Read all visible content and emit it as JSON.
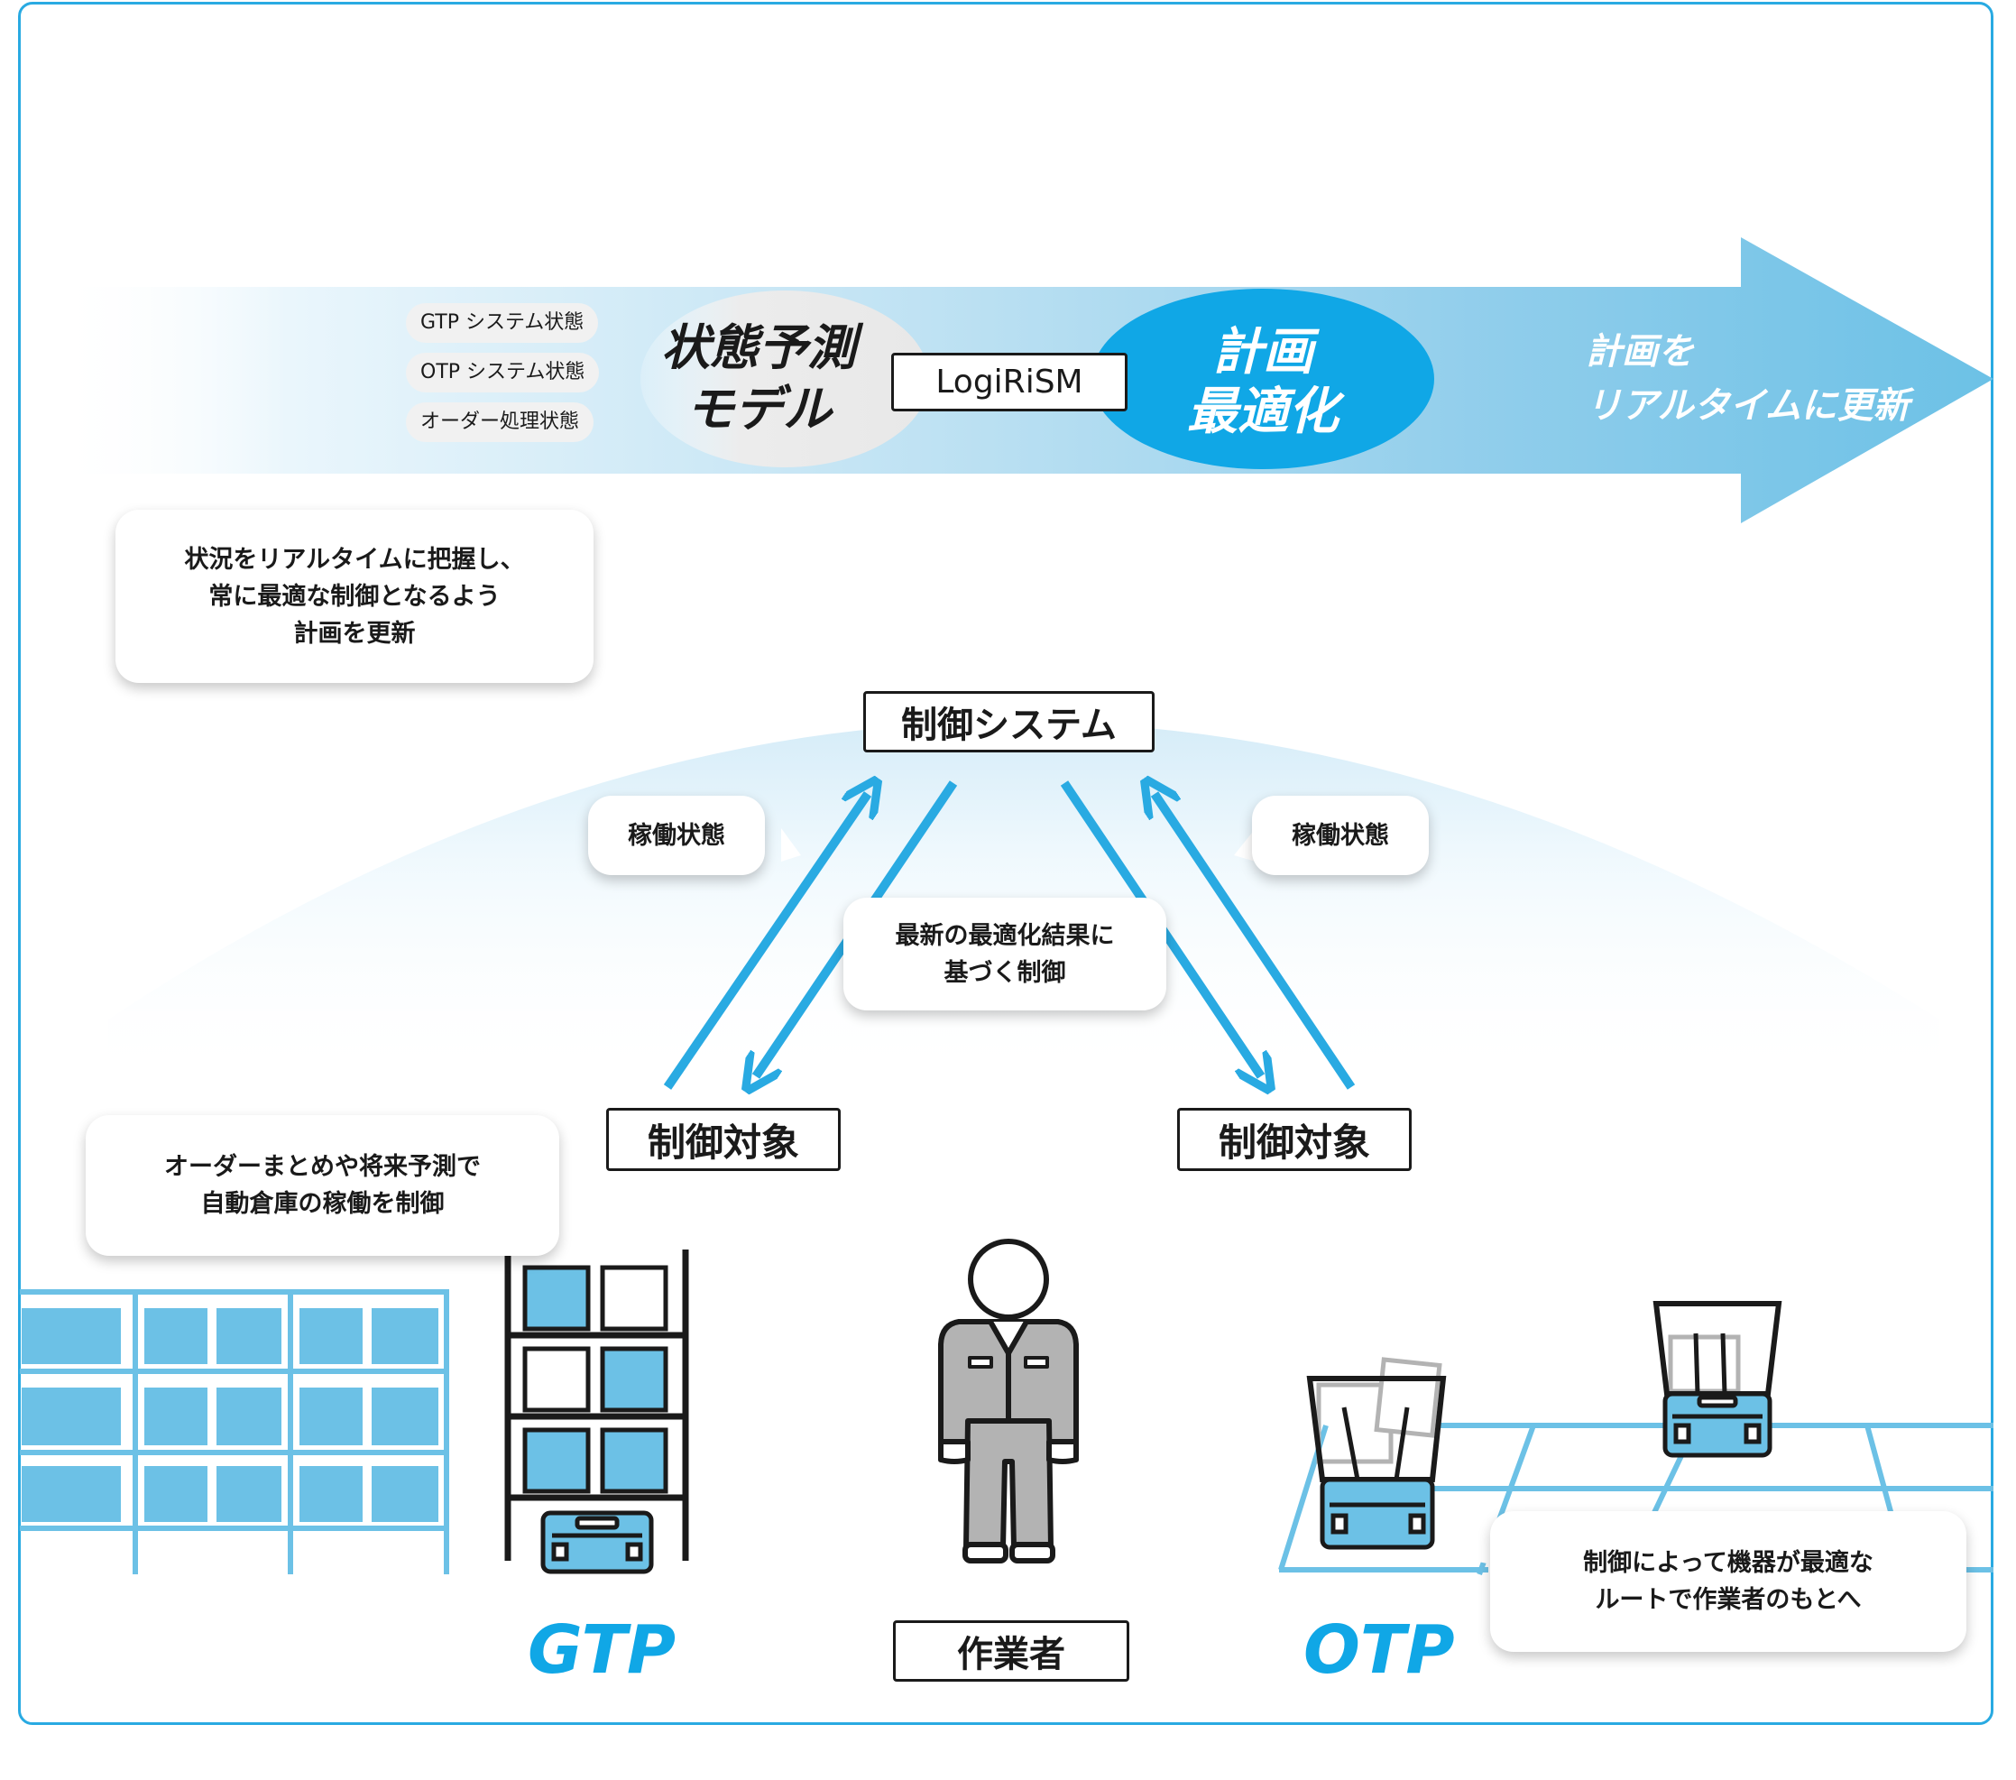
{
  "header_arrow": {
    "inputs": [
      "GTP システム状態",
      "OTP システム状態",
      "オーダー処理状態"
    ],
    "model_label_line1": "状態予測",
    "model_label_line2": "モデル",
    "engine_label": "LogiRiSM",
    "optimize_line1": "計画",
    "optimize_line2": "最適化",
    "output_line1": "計画を",
    "output_line2": "リアルタイムに更新"
  },
  "callouts": {
    "realtime": "状況をリアルタイムに把握し、\n常に最適な制御となるよう\n計画を更新",
    "gtp_note": "オーダーまとめや将来予測で\n自動倉庫の稼働を制御",
    "otp_note": "制御によって機器が最適な\nルートで作業者のもとへ",
    "status_left": "稼働状態",
    "status_right": "稼働状態",
    "center_note": "最新の最適化結果に\n基づく制御"
  },
  "nodes": {
    "control_system": "制御システム",
    "target_left": "制御対象",
    "target_right": "制御対象",
    "worker": "作業者"
  },
  "labels": {
    "gtp": "GTP",
    "otp": "OTP"
  },
  "colors": {
    "accent": "#29aae2",
    "light_blue": "#6cc1e6",
    "oval_blue": "#10a7e6",
    "grey": "#b3b3b3"
  }
}
